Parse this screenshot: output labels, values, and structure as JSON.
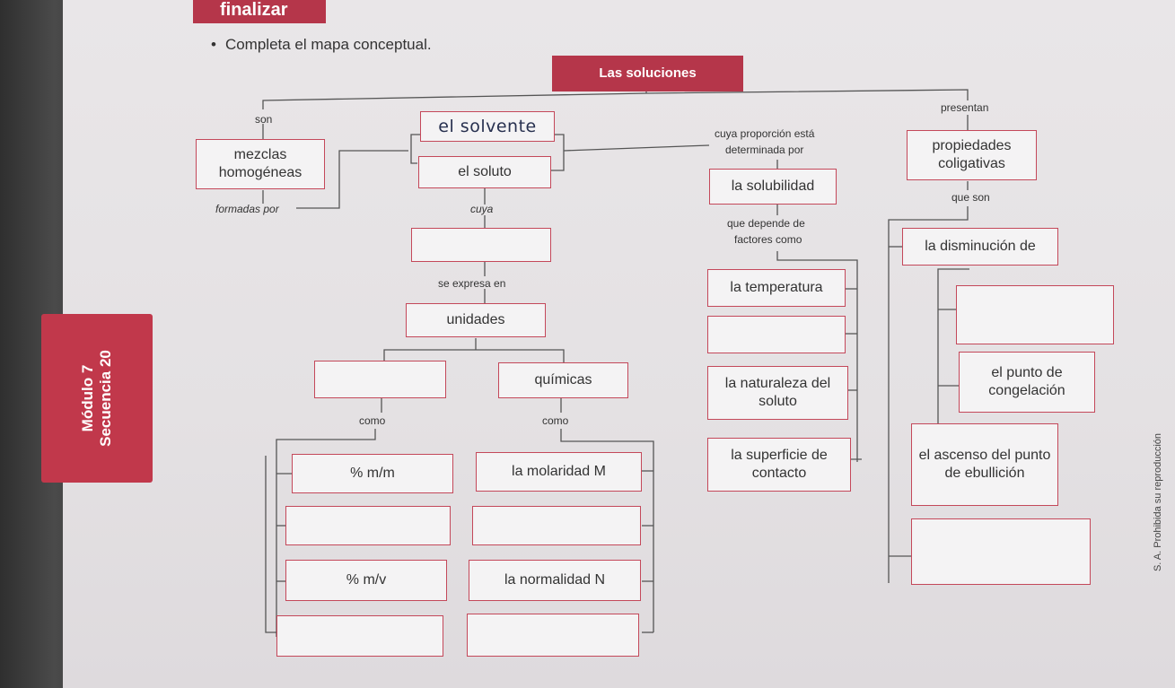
{
  "header": {
    "title": "finalizar"
  },
  "instruction": {
    "bullet": "•",
    "text": "Completa el mapa conceptual."
  },
  "side_tab": {
    "line1": "Módulo 7",
    "line2": "Secuencia 20"
  },
  "copyright": "S. A. Prohibida su reproducción",
  "map": {
    "root": "Las soluciones",
    "labels": {
      "son": "son",
      "presentan": "presentan",
      "cuya_proporcion": "cuya proporción está",
      "determinada_por": "determinada por",
      "formadas_por": "formadas por",
      "cuya": "cuya",
      "que_son": "que son",
      "que_depende": "que depende de",
      "factores_como": "factores como",
      "se_expresa": "se expresa en",
      "como_left": "como",
      "como_right": "como"
    },
    "boxes": {
      "mezclas": "mezclas homogéneas",
      "solvente_handwritten": "el solvente",
      "soluto": "el soluto",
      "solubilidad": "la solubilidad",
      "propiedades": "propiedades coligativas",
      "unidades": "unidades",
      "quimicas": "químicas",
      "temperatura": "la temperatura",
      "naturaleza": "la naturaleza del soluto",
      "superficie": "la superficie de contacto",
      "disminucion": "la disminución de",
      "congelacion": "el punto de congelación",
      "ebullicion": "el ascenso del punto de ebullición",
      "mm": "% m/m",
      "molaridad": "la molaridad M",
      "mv": "% m/v",
      "normalidad": "la normalidad N"
    }
  }
}
